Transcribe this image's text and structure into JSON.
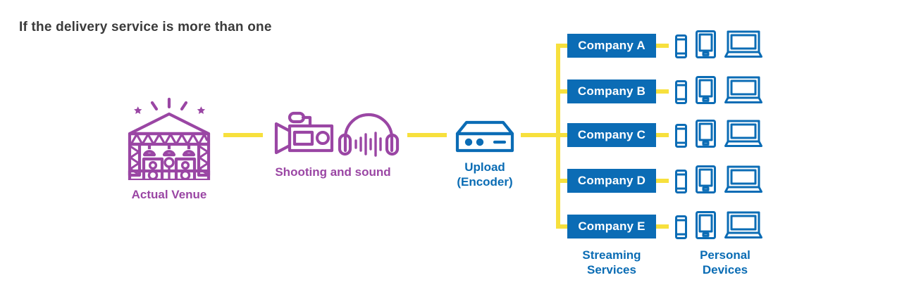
{
  "title": "If the delivery service is more than one",
  "colors": {
    "purple": "#9a46a4",
    "blue": "#0b6cb5",
    "yellow": "#f7e03d",
    "title_gray": "#3b3b3b",
    "white": "#ffffff"
  },
  "flow": {
    "nodes": [
      {
        "id": "venue",
        "label": "Actual Venue",
        "icon": "stage-venue-icon",
        "color": "purple"
      },
      {
        "id": "capture",
        "label": "Shooting and sound",
        "icon": "camera-headphones-icon",
        "color": "purple"
      },
      {
        "id": "encoder",
        "label": "Upload\n(Encoder)",
        "icon": "encoder-box-icon",
        "color": "blue"
      }
    ]
  },
  "streaming": {
    "caption": "Streaming\nServices",
    "companies": [
      {
        "label": "Company A"
      },
      {
        "label": "Company B"
      },
      {
        "label": "Company C"
      },
      {
        "label": "Company D"
      },
      {
        "label": "Company E"
      }
    ]
  },
  "devices": {
    "caption": "Personal\nDevices",
    "icons": [
      "smartphone-icon",
      "tablet-icon",
      "laptop-icon"
    ]
  }
}
